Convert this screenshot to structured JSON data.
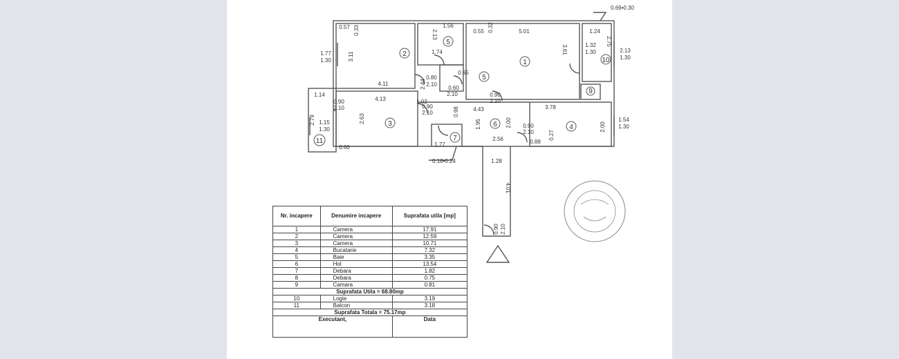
{
  "plan": {
    "rooms": [
      {
        "no": "1"
      },
      {
        "no": "2"
      },
      {
        "no": "3"
      },
      {
        "no": "4"
      },
      {
        "no": "5"
      },
      {
        "no": "5"
      },
      {
        "no": "6"
      },
      {
        "no": "7"
      },
      {
        "no": "9"
      },
      {
        "no": "10"
      },
      {
        "no": "11"
      }
    ],
    "dims": {
      "d_069": "0.69•0.30",
      "d_018": "0.18•0.24",
      "d_501": "5.01",
      "d_361": "3.61",
      "d_156": "1.56",
      "d_213a": "2.13",
      "d_174": "1.74",
      "d_411": "4.11",
      "d_311": "3.11",
      "d_177": "1.77",
      "d_130a": "1.30",
      "d_244": "2.44",
      "d_102": "1.02",
      "d_413": "4.13",
      "d_263": "2.63",
      "d_279": "2.79",
      "d_114": "1.14",
      "d_115": "1.15",
      "d_130b": "1.30",
      "d_090a": "0.90",
      "d_210a": "2.10",
      "d_060": "0.60",
      "d_443": "4.43",
      "d_378": "3.78",
      "d_195": "1.95",
      "d_200a": "2.00",
      "d_256": "2.56",
      "d_128": "1.28",
      "d_401": "4.01",
      "d_200b": "2.00",
      "d_154": "1.54",
      "d_130c": "1.30",
      "d_213b": "2.13",
      "d_130d": "1.30",
      "d_124": "1.24",
      "d_132": "1.32",
      "d_130e": "1.30",
      "d_275": "2.75",
      "d_088": "0.88",
      "d_027": "0.27",
      "d_177b": "1.77",
      "d_055": "0.55",
      "d_032": "0.32",
      "d_057": "0.57",
      "d_033": "0.33",
      "d_080": "0.80",
      "d_210b": "2.10",
      "d_090b": "0.90",
      "d_210c": "2.10",
      "d_098": "0.98",
      "d_090c": "0.90",
      "d_210d": "2.10",
      "d_090d": "0.90",
      "d_210e": "2.10",
      "d_090e": "0.90",
      "d_210f": "2.10",
      "d_065": "0.65",
      "d_060b": "0.60",
      "d_210g": "2.10"
    }
  },
  "legend": {
    "head_nr": "Nr. incapere",
    "head_name": "Denumire incapere",
    "head_area": "Suprafata utila [mp]",
    "rows": [
      {
        "nr": "1",
        "name": "Camera",
        "area": "17.91"
      },
      {
        "nr": "2",
        "name": "Camera",
        "area": "12.59"
      },
      {
        "nr": "3",
        "name": "Camera",
        "area": "10.71"
      },
      {
        "nr": "4",
        "name": "Bucatarie",
        "area": "7.32"
      },
      {
        "nr": "5",
        "name": "Baie",
        "area": "3.35"
      },
      {
        "nr": "6",
        "name": "Hol",
        "area": "13.54"
      },
      {
        "nr": "7",
        "name": "Debara",
        "area": "1.82"
      },
      {
        "nr": "8",
        "name": "Debara",
        "area": "0.75"
      },
      {
        "nr": "9",
        "name": "Camara",
        "area": "0.81"
      }
    ],
    "utila_total": "Suprafata Utila = 68.80mp",
    "rows2": [
      {
        "nr": "10",
        "name": "Logie",
        "area": "3.19"
      },
      {
        "nr": "11",
        "name": "Balcon",
        "area": "3.18"
      }
    ],
    "totala": "Suprafata Totala = 75.17mp",
    "executant": "Executant,",
    "data": "Data"
  }
}
